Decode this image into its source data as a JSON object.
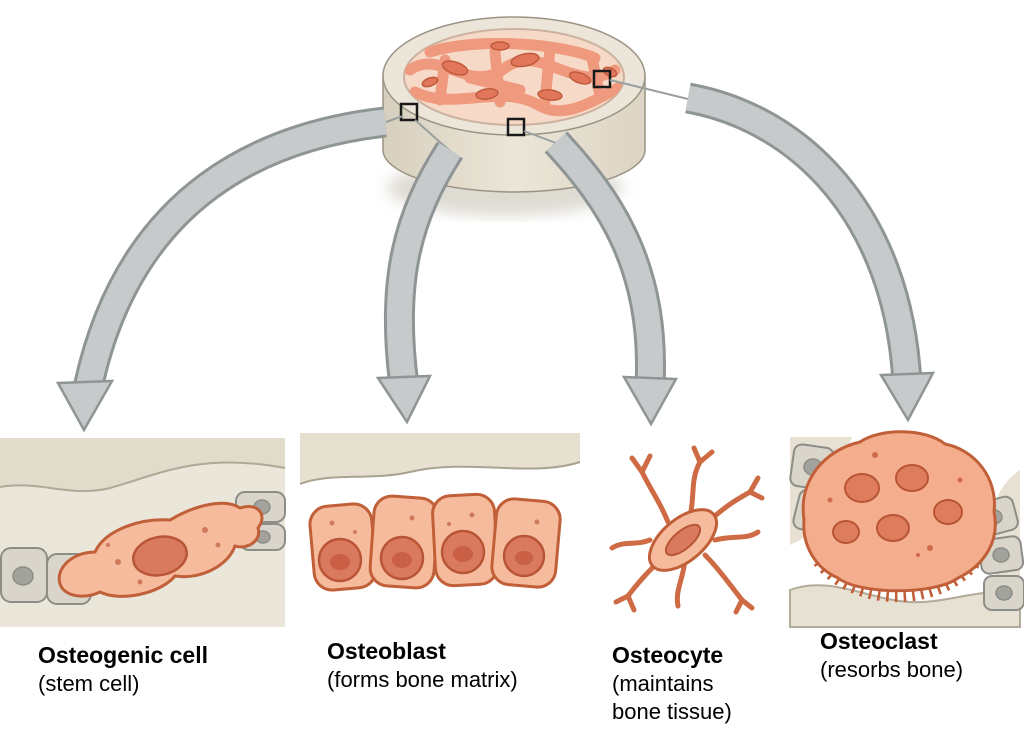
{
  "figure": {
    "kind": "bone-cells-diagram",
    "cells": [
      {
        "name": "Osteogenic cell",
        "description": "(stem cell)"
      },
      {
        "name": "Osteoblast",
        "description": "(forms bone matrix)"
      },
      {
        "name": "Osteocyte",
        "description": "(maintains bone tissue)"
      },
      {
        "name": "Osteoclast",
        "description": "(resorbs bone)"
      }
    ]
  },
  "colors": {
    "background": "#ffffff",
    "cell_fill": "#f6bb9d",
    "cell_outline": "#c05f38",
    "nucleus_fill": "#d97a5e",
    "nucleus_outline": "#b85535",
    "bone_matrix_beige": "#e7e1d4",
    "spongy_bone_pink": "#ef9a7e",
    "spongy_bone_dark": "#e2765a",
    "gray_cell_fill": "#dad5ca",
    "arrow_fill": "#c7caca",
    "arrow_outline": "#8f9595",
    "marker_black": "#1a1a1a"
  }
}
